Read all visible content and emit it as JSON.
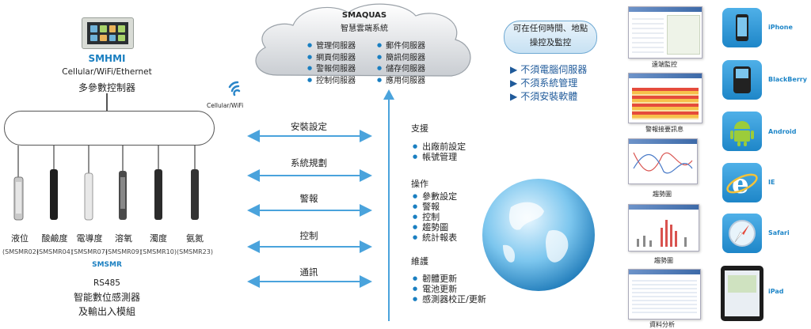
{
  "controller": {
    "name": "SMHMI",
    "connectivity": "Cellular/WiFi/Ethernet",
    "subtitle": "多參數控制器",
    "wifi_label": "Cellular/WiFi"
  },
  "sensors": [
    {
      "label": "液位",
      "code": "(SMSMR02)"
    },
    {
      "label": "酸鹼度",
      "code": "(SMSMR04)"
    },
    {
      "label": "電導度",
      "code": "(SMSMR07)"
    },
    {
      "label": "溶氧",
      "code": "(SMSMR09)"
    },
    {
      "label": "濁度",
      "code": "(SMSMR10)"
    },
    {
      "label": "氨氮",
      "code": "(SMSMR23)"
    }
  ],
  "module": {
    "name": "SMSMR",
    "protocol": "RS485",
    "line1": "智能數位感測器",
    "line2": "及輸出入模組"
  },
  "arrows": [
    "安裝設定",
    "系統規劃",
    "警報",
    "控制",
    "通訊"
  ],
  "cloud": {
    "title": "SMAQUAS",
    "subtitle": "智慧雲端系統",
    "left": [
      "管理伺服器",
      "網頁伺服器",
      "警報伺服器",
      "控制伺服器"
    ],
    "right": [
      "郵件伺服器",
      "簡訊伺服器",
      "儲存伺服器",
      "應用伺服器"
    ]
  },
  "sections": [
    {
      "title": "支援",
      "items": [
        "出廠前設定",
        "帳號管理"
      ]
    },
    {
      "title": "操作",
      "items": [
        "參數設定",
        "警報",
        "控制",
        "趨勢圖",
        "統計報表"
      ]
    },
    {
      "title": "維護",
      "items": [
        "韌體更新",
        "電池更新",
        "感測器校正/更新"
      ]
    }
  ],
  "pill": {
    "line1": "可在任何時間、地點",
    "line2": "操控及監控"
  },
  "features": [
    "不須電腦伺服器",
    "不須系統管理",
    "不須安裝軟體"
  ],
  "screens": [
    {
      "caption": "遠端監控"
    },
    {
      "caption": "警報接要訊息"
    },
    {
      "caption": "趨勢圖"
    },
    {
      "caption": "趨勢圖"
    },
    {
      "caption": "資料分析"
    }
  ],
  "platforms": [
    "iPhone",
    "BlackBerry",
    "Android",
    "IE",
    "Safari",
    "iPad"
  ],
  "colors": {
    "accent": "#1a7fc1",
    "arrow": "#4aa3dc",
    "feature": "#1f5a9a"
  }
}
